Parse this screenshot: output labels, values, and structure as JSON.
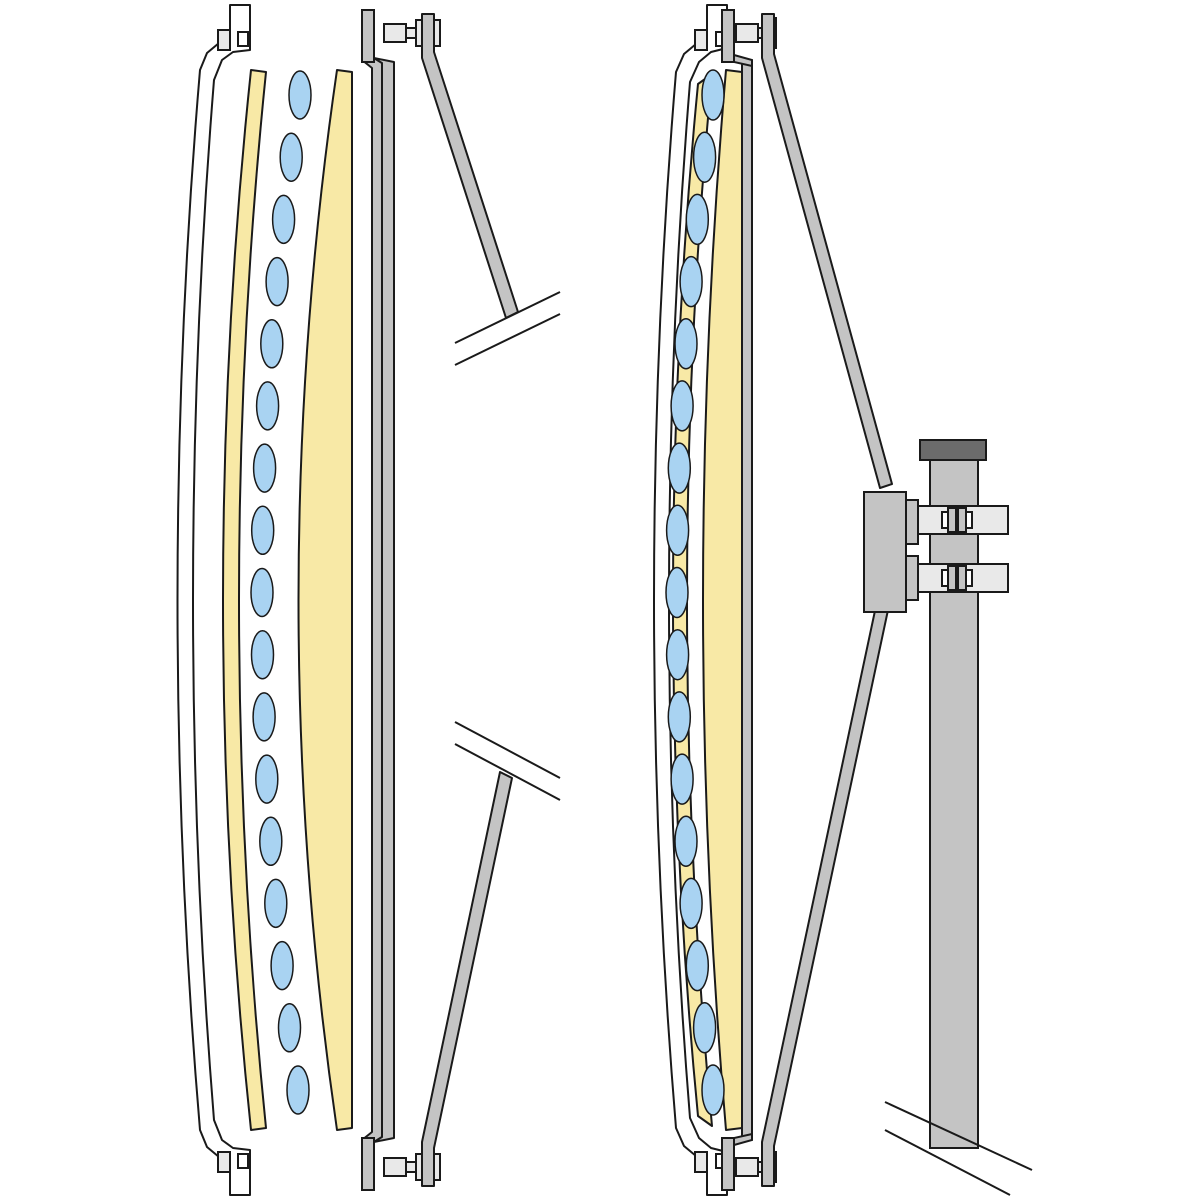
{
  "colors": {
    "background": "#ffffff",
    "stroke": "#1a1a1a",
    "steel": "#c4c4c4",
    "light_metal": "#e9e9e9",
    "insulation": "#f8e9a6",
    "beads": "#a9d3f2",
    "cap": "#6b6b6b"
  },
  "views": [
    {
      "state": "exploded",
      "bead_count": 17
    },
    {
      "state": "assembled",
      "bead_count": 17
    }
  ]
}
